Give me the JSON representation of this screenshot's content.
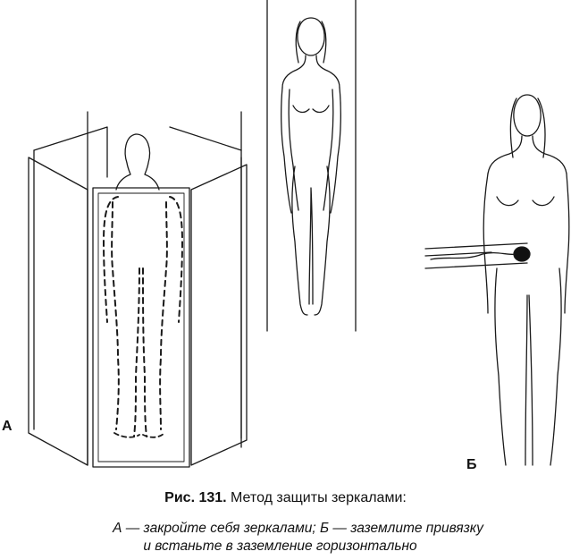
{
  "labels": {
    "a": "А",
    "b": "Б"
  },
  "caption": {
    "number": "Рис. 131.",
    "title": "Метод защиты зеркалами:",
    "line1": "А — закройте себя зеркалами; Б — заземлите привязку",
    "line2": "и встаньте в заземление горизонтально"
  }
}
